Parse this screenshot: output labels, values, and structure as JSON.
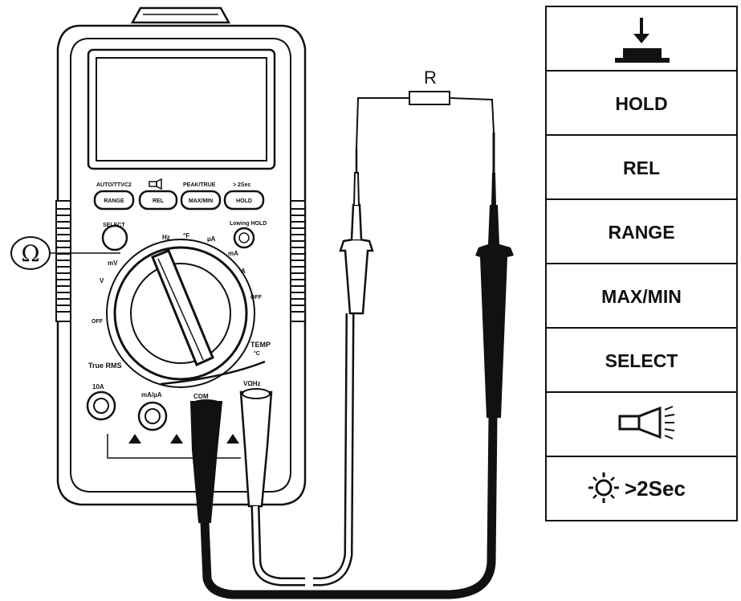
{
  "circuit": {
    "resistor_label": "R",
    "ohm_symbol": "Ω"
  },
  "meter": {
    "top_labels": [
      "AUTO/TTVC2",
      "",
      "PEAK/TRUE",
      "> 2Sec"
    ],
    "buttons": [
      "RANGE",
      "REL",
      "MAX/MIN",
      "HOLD"
    ],
    "select_label": "SELECT",
    "hold_caption": "Lowing HOLD",
    "true_rms": "True RMS",
    "jacks": [
      "10A",
      "mA/µA",
      "COM",
      "VΩHz"
    ],
    "dial_labels": [
      "Hz",
      "°F",
      "µA",
      "mA",
      "A",
      "mV",
      "V",
      "OFF",
      "OFF",
      "TEMP",
      "°C"
    ]
  },
  "legend": {
    "rows": [
      {
        "type": "icon",
        "icon": "press-button-icon"
      },
      {
        "type": "text",
        "text": "HOLD"
      },
      {
        "type": "text",
        "text": "REL"
      },
      {
        "type": "text",
        "text": "RANGE"
      },
      {
        "type": "text",
        "text": "MAX/MIN"
      },
      {
        "type": "text",
        "text": "SELECT"
      },
      {
        "type": "icon",
        "icon": "flashlight-icon"
      },
      {
        "type": "icon",
        "icon": "backlight-icon",
        "text": ">2Sec"
      }
    ]
  }
}
